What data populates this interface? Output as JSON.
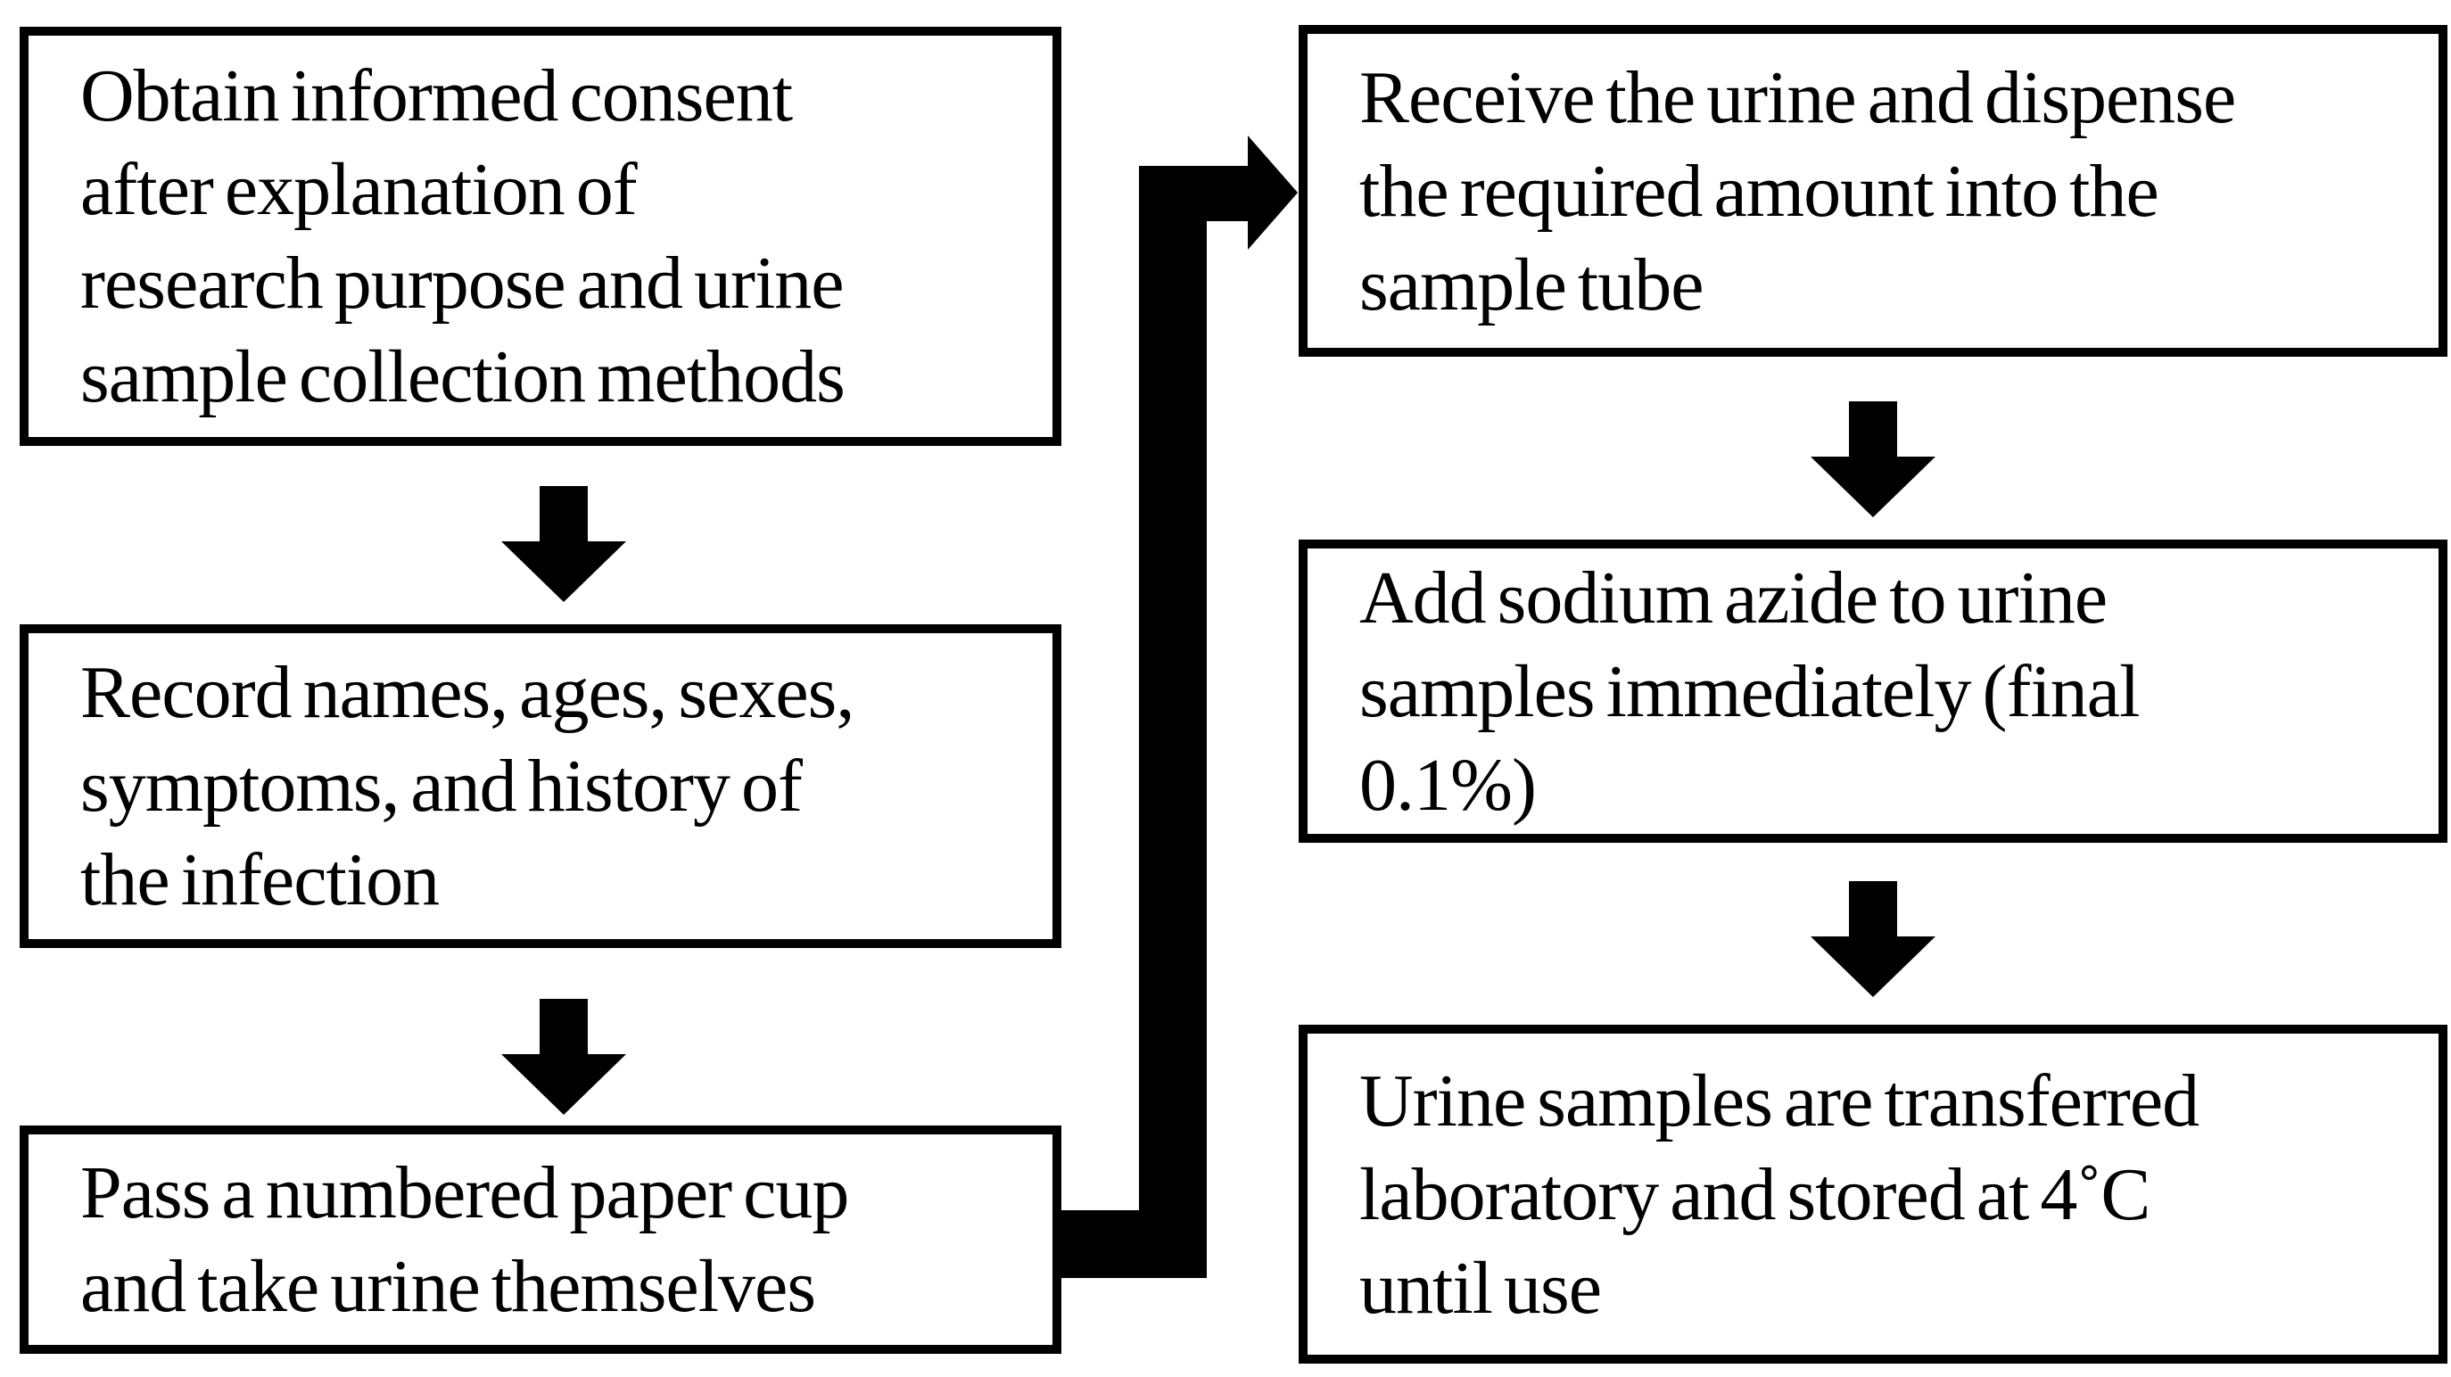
{
  "colors": {
    "ink": "#000000",
    "paper": "#ffffff"
  },
  "flow": {
    "steps": [
      {
        "id": "step-1",
        "lines": [
          "Obtain informed consent",
          "after explanation of",
          "research purpose and urine",
          "sample collection methods"
        ]
      },
      {
        "id": "step-2",
        "lines": [
          "Record names, ages, sexes,",
          "symptoms, and history of",
          "the infection"
        ]
      },
      {
        "id": "step-3",
        "lines": [
          "Pass a numbered paper cup",
          "and take urine themselves"
        ]
      },
      {
        "id": "step-4",
        "lines": [
          "Receive the urine and dispense",
          "the required amount into the",
          "sample tube"
        ]
      },
      {
        "id": "step-5",
        "lines": [
          "Add sodium azide to urine",
          "samples immediately (final",
          "0.1%)"
        ]
      },
      {
        "id": "step-6",
        "lines": [
          "Urine samples are transferred",
          "laboratory and stored at 4˚C",
          "until use"
        ]
      }
    ],
    "edges": [
      {
        "from": "step-1",
        "to": "step-2",
        "shape": "down-arrow"
      },
      {
        "from": "step-2",
        "to": "step-3",
        "shape": "down-arrow"
      },
      {
        "from": "step-3",
        "to": "step-4",
        "shape": "elbow-arrow"
      },
      {
        "from": "step-4",
        "to": "step-5",
        "shape": "down-arrow"
      },
      {
        "from": "step-5",
        "to": "step-6",
        "shape": "down-arrow"
      }
    ]
  }
}
